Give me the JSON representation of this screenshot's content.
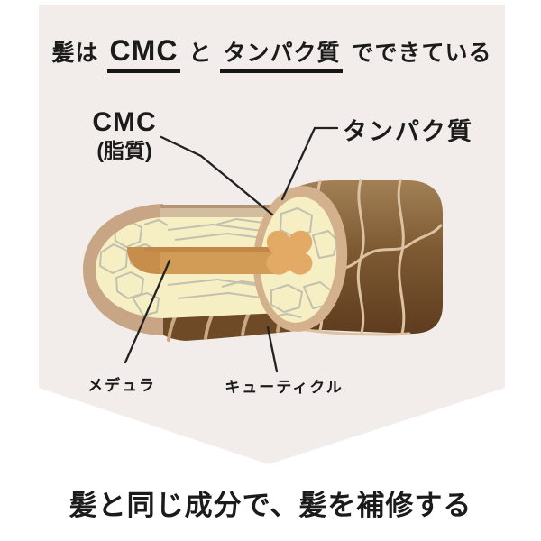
{
  "header": {
    "prefix": "髪は",
    "cmc": "CMC",
    "and": "と",
    "protein": "タンパク質",
    "suffix": "でできている"
  },
  "callouts": {
    "cmc": {
      "label": "CMC",
      "sub": "(脂質)"
    },
    "protein": {
      "label": "タンパク質"
    },
    "medulla": {
      "label": "メデュラ"
    },
    "cuticle": {
      "label": "キューティクル"
    }
  },
  "footer": {
    "caption": "髪と同じ成分で、髪を補修する"
  },
  "colors": {
    "panel_background": "#F2EDEA",
    "page_background": "#FFFFFF",
    "text": "#1B1B1B",
    "leader_line": "#222222",
    "cuticle_dark_brown": "#6F4A26",
    "cuticle_gradient_top": "#A28055",
    "cuticle_gradient_bottom": "#5E3C1E",
    "cuticle_scale_edge": "#DCC2A1",
    "outer_rim_tan": "#C8A584",
    "cut_edge_strip": "#D2BE9E",
    "cortex_pale_yellow": "#F5EFC3",
    "cortex_crack_gray": "#C3C0AF",
    "cut_face_ring_tan": "#D3B18C",
    "medulla_orange": "#D29B56",
    "medulla_heart_orange": "#E3AA66"
  }
}
